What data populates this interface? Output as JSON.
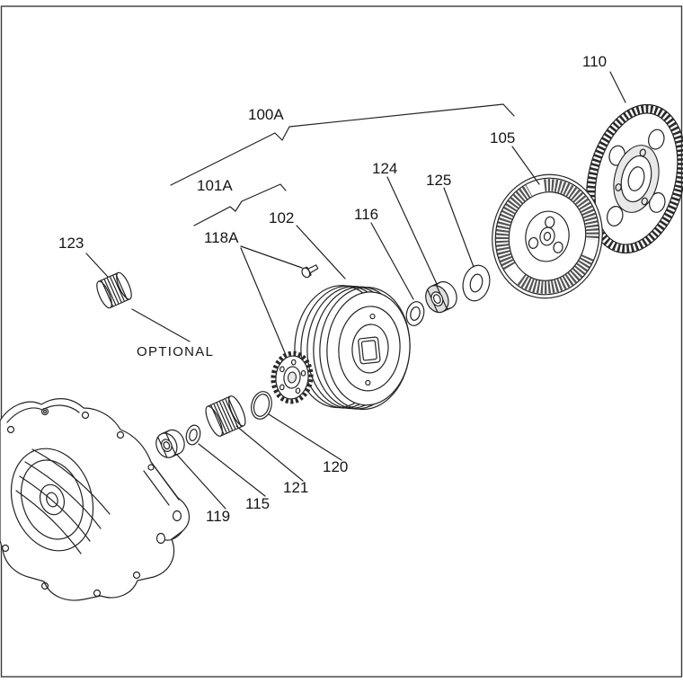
{
  "page": {
    "background": "#ffffff",
    "line_color": "#232323"
  },
  "labels": {
    "group_100A": "100A",
    "group_101A": "101A",
    "part_102": "102",
    "part_105": "105",
    "part_110": "110",
    "part_115": "115",
    "part_116": "116",
    "part_118A": "118A",
    "part_119": "119",
    "part_120": "120",
    "part_121": "121",
    "part_123": "123",
    "part_124": "124",
    "part_125": "125",
    "optional_note": "OPTIONAL"
  }
}
